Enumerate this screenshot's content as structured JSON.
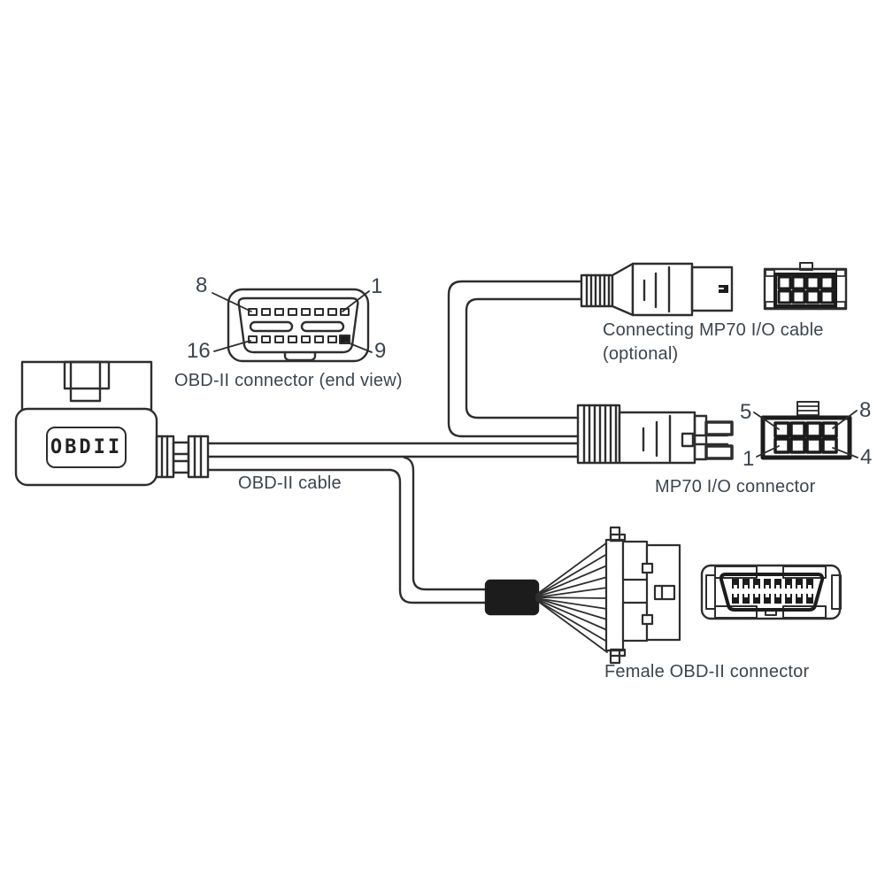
{
  "colors": {
    "line": "#2e2e2e",
    "dark": "#1c1c1c",
    "text": "#3a454f",
    "background": "#ffffff"
  },
  "end_view": {
    "caption": "OBD-II connector (end view)",
    "pins": {
      "top_left": "8",
      "top_right": "1",
      "bottom_left": "16",
      "bottom_right": "9"
    }
  },
  "obd_plug": {
    "label": "OBDII"
  },
  "cable": {
    "label": "OBD-II cable"
  },
  "optional_cable": {
    "caption_line1": "Connecting MP70 I/O cable",
    "caption_line2": "(optional)"
  },
  "io_connector": {
    "caption": "MP70 I/O connector",
    "pins": {
      "top_left": "5",
      "top_right": "8",
      "bottom_left": "1",
      "bottom_right": "4"
    }
  },
  "female_connector": {
    "caption": "Female OBD-II connector"
  }
}
